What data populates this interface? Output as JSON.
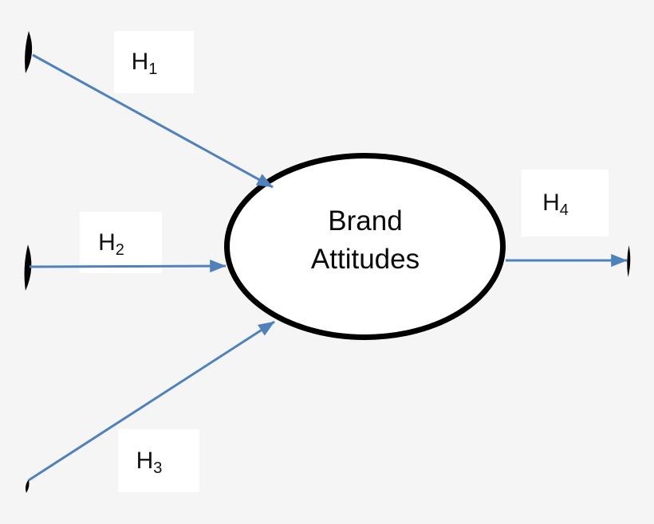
{
  "diagram": {
    "ellipse": {
      "line1": "Brand",
      "line2": "Attitudes"
    },
    "hypotheses": [
      {
        "main": "H",
        "sub": "1"
      },
      {
        "main": "H",
        "sub": "2"
      },
      {
        "main": "H",
        "sub": "3"
      },
      {
        "main": "H",
        "sub": "4"
      }
    ],
    "colors": {
      "arrow": "#4f81bd",
      "background": "#f5f5f5",
      "node_fill": "#ffffff",
      "node_stroke": "#000000",
      "label_box": "#ffffff"
    }
  }
}
